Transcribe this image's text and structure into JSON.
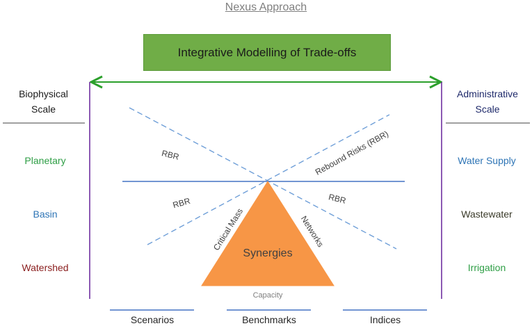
{
  "title": "Nexus Approach",
  "top_box": {
    "label": "Integrative Modelling of Trade-offs"
  },
  "left_panel": {
    "heading_line1": "Biophysical",
    "heading_line2": "Scale",
    "items": [
      {
        "label": "Planetary",
        "color": "#2e9e45"
      },
      {
        "label": "Basin",
        "color": "#2e75b6"
      },
      {
        "label": "Watershed",
        "color": "#8b2020"
      }
    ]
  },
  "right_panel": {
    "heading_line1": "Administrative",
    "heading_line2": "Scale",
    "items": [
      {
        "label": "Water Supply",
        "color": "#2e75b6"
      },
      {
        "label": "Wastewater",
        "color": "#3b3b2a"
      },
      {
        "label": "Irrigation",
        "color": "#2e9e45"
      }
    ]
  },
  "center": {
    "rbr_top_left": "RBR",
    "rbr_mid_left": "RBR",
    "rbr_mid_right": "RBR",
    "rebound_risks": "Rebound Risks (RBR)",
    "critical_mass": "Critical Mass",
    "networks": "Networks",
    "synergies": "Synergies",
    "capacity": "Capacity"
  },
  "bottom": {
    "items": [
      "Scenarios",
      "Benchmarks",
      "Indices"
    ]
  },
  "colors": {
    "green_box": "#70ad47",
    "arrow": "#2ca02c",
    "vertical_lines": "#7030a0",
    "blue_lines": "#4472c4",
    "dashed_lines": "#6f9fd8",
    "triangle": "#f79646"
  }
}
